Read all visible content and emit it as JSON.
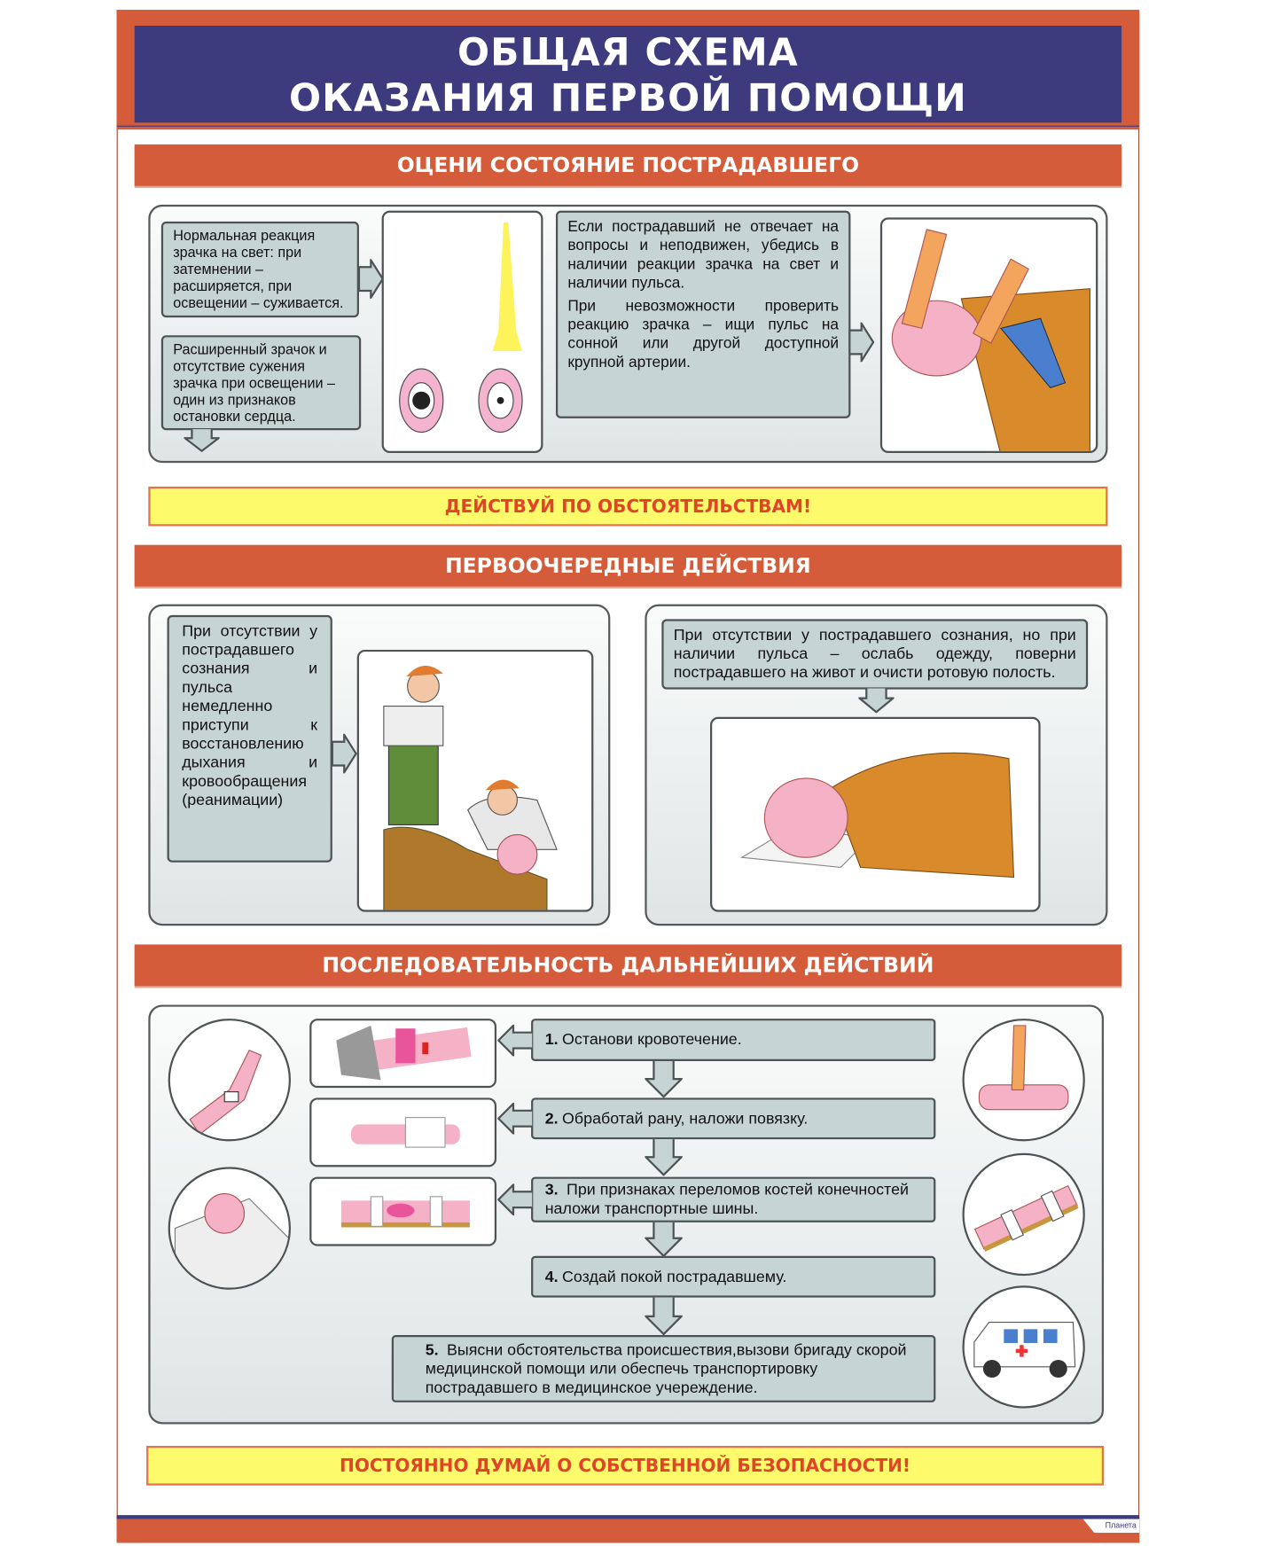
{
  "title": {
    "line1": "ОБЩАЯ СХЕМА",
    "line2": "ОКАЗАНИЯ ПЕРВОЙ ПОМОЩИ"
  },
  "section1": {
    "header": "ОЦЕНИ СОСТОЯНИЕ ПОСТРАДАВШЕГО",
    "normal_reaction": "Нормальная реакция зрачка на свет: при затемнении – расширяется, при освещении – суживается.",
    "dilated_pupil": "Расширенный зрачок и отсутствие сужения зрачка при освещении – один из признаков остановки сердца.",
    "check_p1": "Если пострадавший не отвечает на вопросы и неподвижен, убедись в наличии реакции зрачка на свет и наличии пульса.",
    "check_p2": "При невозможности проверить реакцию зрачка – ищи пульс на сонной или другой доступной крупной артерии."
  },
  "banner1": "ДЕЙСТВУЙ ПО ОБСТОЯТЕЛЬСТВАМ!",
  "section2": {
    "header": "ПЕРВООЧЕРЕДНЫЕ ДЕЙСТВИЯ",
    "no_pulse": "При отсутствии у пострадавшего сознания и пульса немедленно приступи к восстановлению дыхания и кровообращения (реанимации)",
    "with_pulse": "При отсутствии у пострадавшего сознания, но при наличии пульса – ослабь одежду, поверни пострадавшего на живот и очисти ротовую полость."
  },
  "section3": {
    "header": "ПОСЛЕДОВАТЕЛЬНОСТЬ ДАЛЬНЕЙШИХ ДЕЙСТВИЙ",
    "steps": [
      {
        "num": "1.",
        "text": "Останови кровотечение."
      },
      {
        "num": "2.",
        "text": "Обработай рану, наложи повязку."
      },
      {
        "num": "3.",
        "text": "При признаках переломов костей конечностей наложи транспортные шины."
      },
      {
        "num": "4.",
        "text": "Создай покой пострадавшему."
      },
      {
        "num": "5.",
        "text": "Выясни обстоятельства происшествия,вызови бригаду скорой медицинской помощи или обеспечь транспортировку пострадавшего в медицинское учереждение."
      }
    ]
  },
  "banner2": "ПОСТОЯННО ДУМАЙ О СОБСТВЕННОЙ БЕЗОПАСНОСТИ!",
  "publisher": "Планета",
  "colors": {
    "navy": "#3d3a7e",
    "orange": "#d45c3b",
    "yellow": "#fdfb6c",
    "panel": "#c7d4d4"
  }
}
